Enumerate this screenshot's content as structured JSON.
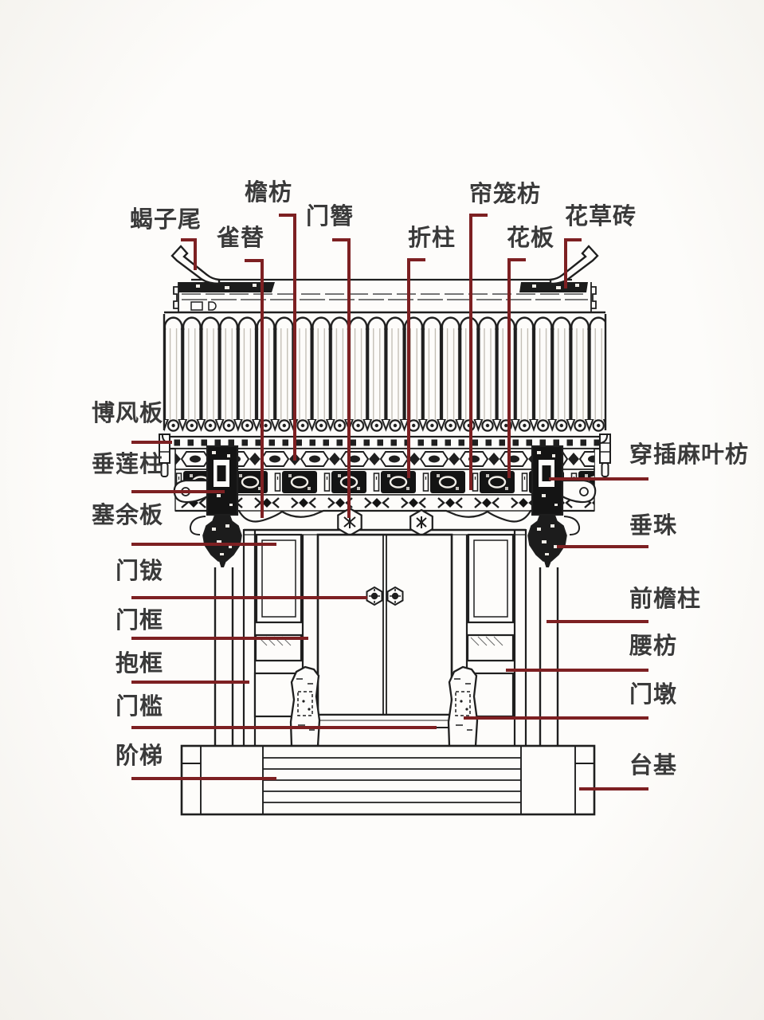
{
  "labels": {
    "top": [
      {
        "id": "scorpion-tail",
        "text": "蝎子尾"
      },
      {
        "id": "eave-fang",
        "text": "檐枋"
      },
      {
        "id": "sparrow-brace",
        "text": "雀替"
      },
      {
        "id": "door-pin",
        "text": "门簪"
      },
      {
        "id": "short-post",
        "text": "折柱"
      },
      {
        "id": "curtain-fang",
        "text": "帘笼枋"
      },
      {
        "id": "flower-board",
        "text": "花板"
      },
      {
        "id": "flower-brick",
        "text": "花草砖"
      }
    ],
    "left": [
      {
        "id": "gable-board",
        "text": "博风板"
      },
      {
        "id": "hanging-lotus-column",
        "text": "垂莲柱"
      },
      {
        "id": "filler-board",
        "text": "塞余板"
      },
      {
        "id": "door-knocker",
        "text": "门钹"
      },
      {
        "id": "door-frame",
        "text": "门框"
      },
      {
        "id": "embracing-frame",
        "text": "抱框"
      },
      {
        "id": "threshold",
        "text": "门槛"
      },
      {
        "id": "steps",
        "text": "阶梯"
      }
    ],
    "right": [
      {
        "id": "hemp-leaf-fang",
        "text": "穿插麻叶枋"
      },
      {
        "id": "hanging-pearl",
        "text": "垂珠"
      },
      {
        "id": "front-eave-column",
        "text": "前檐柱"
      },
      {
        "id": "waist-fang",
        "text": "腰枋"
      },
      {
        "id": "door-pier",
        "text": "门墩"
      },
      {
        "id": "platform-base",
        "text": "台基"
      }
    ]
  },
  "colors": {
    "leader_line": "#7d2022",
    "ink": "#1f1f1f",
    "label_text": "#3a3a3a",
    "background": "#fbfaf7"
  }
}
